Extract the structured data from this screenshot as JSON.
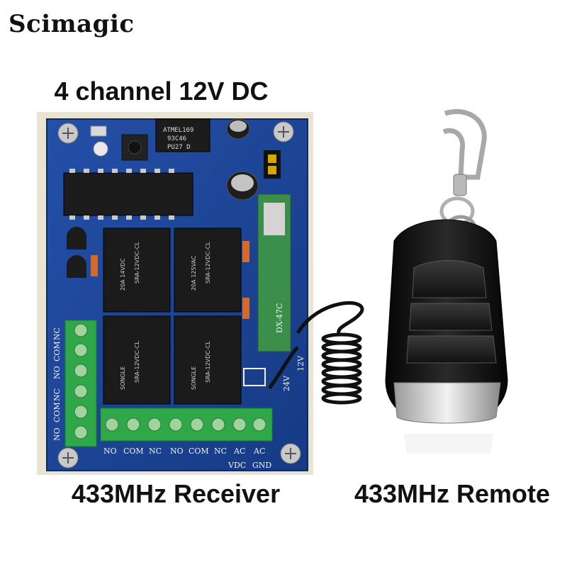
{
  "brand": "Scimagic",
  "title": "4 channel 12V DC",
  "captions": {
    "receiver": "433MHz Receiver",
    "remote": "433MHz Remote"
  },
  "board": {
    "chip_label_1": "ATMEL169",
    "chip_label_2": "93C46",
    "chip_label_3": "PU27 D",
    "relay_brand": "SONGLE",
    "relay_model": "SRA-12VDC-CL",
    "relay_rating_1": "20A 14VDC",
    "relay_rating_2": "20A 125VAC",
    "module_label": "DX-47C",
    "jumper_label_24v": "24V",
    "jumper_label_12v": "12V",
    "side_labels": [
      "NC",
      "COM",
      "NO",
      "NC",
      "COM",
      "NO"
    ],
    "bottom_labels": [
      "NO",
      "COM",
      "NC",
      "NO",
      "COM",
      "NC",
      "AC",
      "AC"
    ],
    "bottom_sub_labels": [
      "VDC",
      "GND"
    ]
  },
  "colors": {
    "pcb": "#1a3f8f",
    "terminal": "#2fa84a",
    "relay": "#1b1b1b",
    "remote_body": "#0d0d0d",
    "remote_chrome": "#c9c9c9"
  }
}
